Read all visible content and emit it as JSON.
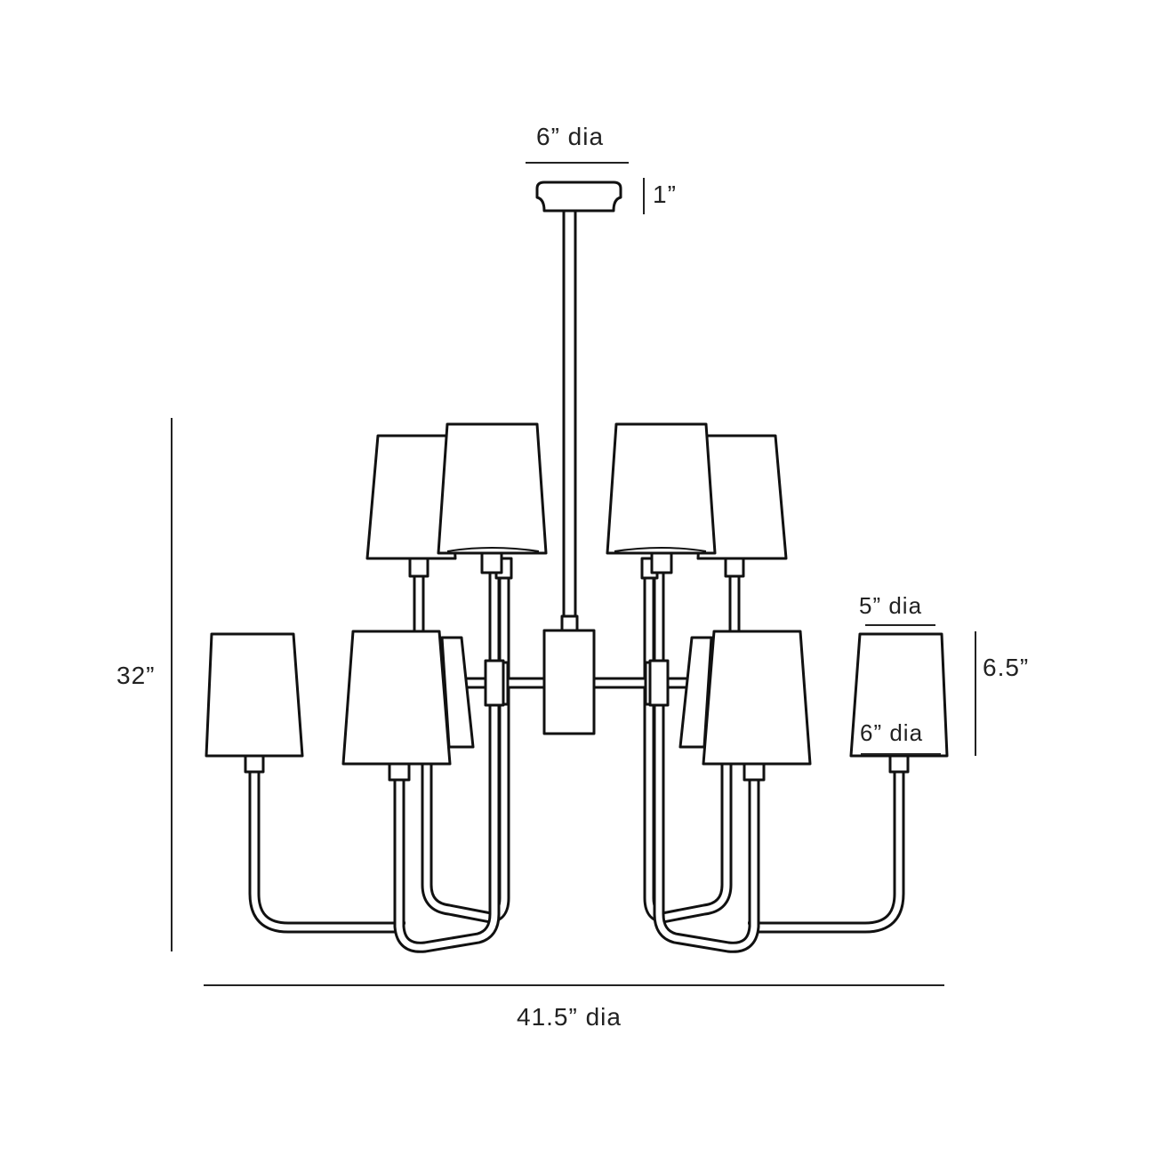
{
  "dimensions": {
    "canopy_diameter": "6” dia",
    "canopy_height": "1”",
    "overall_height": "32”",
    "overall_diameter": "41.5” dia",
    "shade_top_diameter": "5” dia",
    "shade_height": "6.5”",
    "shade_bottom_diameter": "6” dia"
  },
  "colors": {
    "line": "#111111",
    "background": "#ffffff"
  }
}
